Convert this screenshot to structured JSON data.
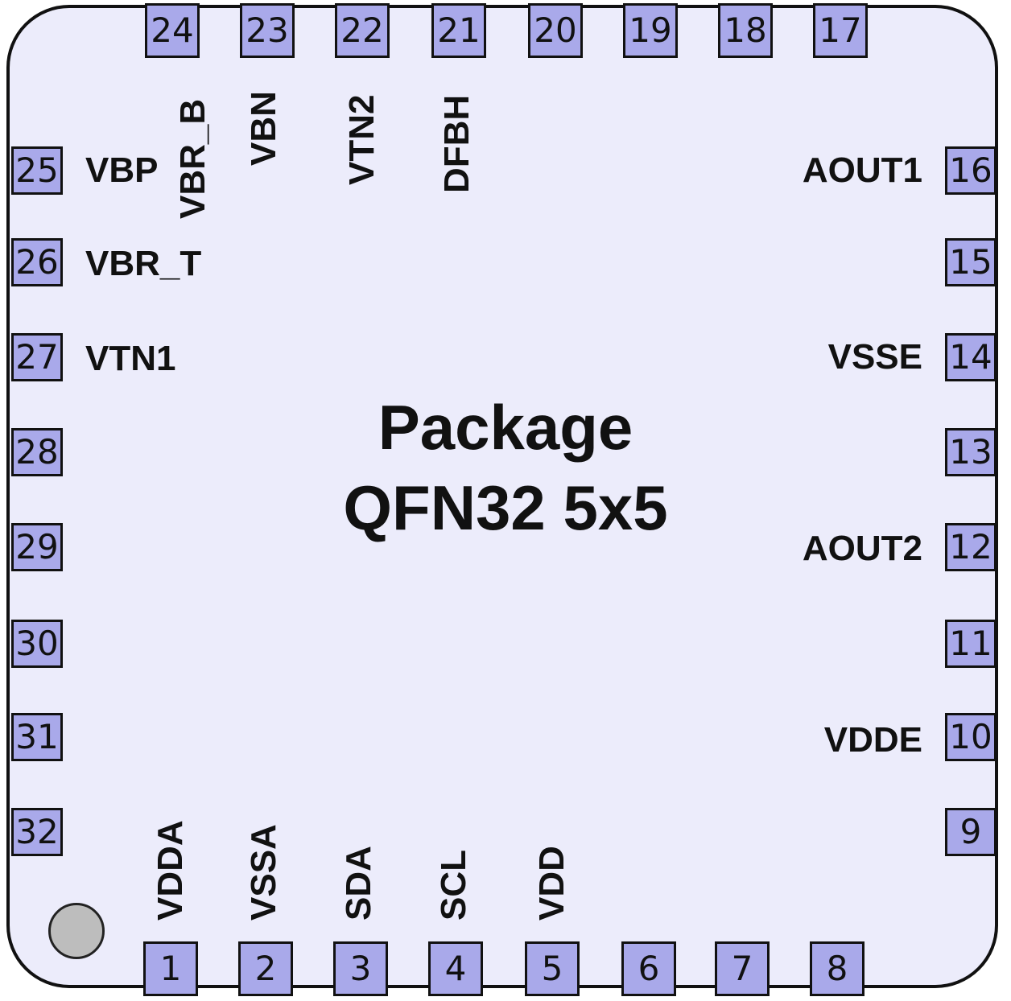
{
  "package": {
    "title_line1": "Package",
    "title_line2": "QFN32 5x5",
    "body_color": "#ececfb",
    "pin_color": "#a9a9ea",
    "pin1_marker_color": "#bdbdbd"
  },
  "pins": {
    "p1": "1",
    "p2": "2",
    "p3": "3",
    "p4": "4",
    "p5": "5",
    "p6": "6",
    "p7": "7",
    "p8": "8",
    "p9": "9",
    "p10": "10",
    "p11": "11",
    "p12": "12",
    "p13": "13",
    "p14": "14",
    "p15": "15",
    "p16": "16",
    "p17": "17",
    "p18": "18",
    "p19": "19",
    "p20": "20",
    "p21": "21",
    "p22": "22",
    "p23": "23",
    "p24": "24",
    "p25": "25",
    "p26": "26",
    "p27": "27",
    "p28": "28",
    "p29": "29",
    "p30": "30",
    "p31": "31",
    "p32": "32"
  },
  "signals": {
    "p1": "VDDA",
    "p2": "VSSA",
    "p3": "SDA",
    "p4": "SCL",
    "p5": "VDD",
    "p10": "VDDE",
    "p12": "AOUT2",
    "p14": "VSSE",
    "p16": "AOUT1",
    "p21": "DFBH",
    "p22": "VTN2",
    "p23": "VBN",
    "p24": "VBR_B",
    "p25": "VBP",
    "p26": "VBR_T",
    "p27": "VTN1"
  }
}
